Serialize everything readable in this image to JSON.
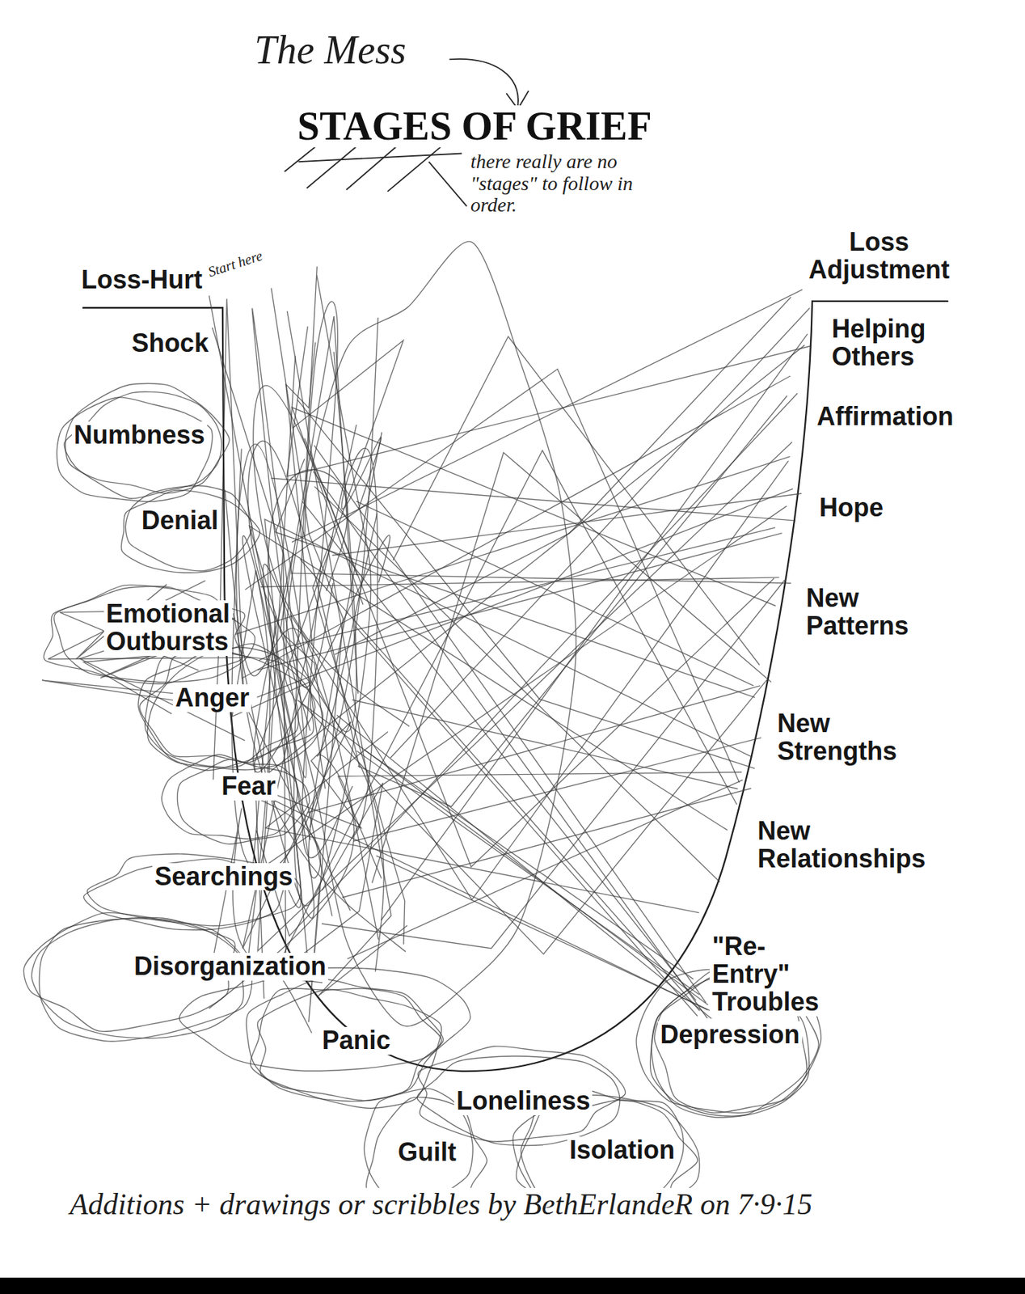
{
  "diagram": {
    "title": "STAGES OF GRIEF",
    "caption": "Additions + drawings or scribbles by BethErlandeR on 7·9·15",
    "labels": [
      "The Mess",
      "there really are no \"stages\" to follow in order.",
      "Start here",
      "Loss-Hurt",
      "Shock",
      "Numbness",
      "Denial",
      "Emotional Outbursts",
      "Anger",
      "Fear",
      "Searchings",
      "Disorganization",
      "Panic",
      "Guilt",
      "Loneliness",
      "Isolation",
      "Depression",
      "\"Re-Entry\" Troubles",
      "New Relationships",
      "New Strengths",
      "New Patterns",
      "Hope",
      "Affirmation",
      "Helping Others",
      "Loss Adjustment"
    ]
  }
}
